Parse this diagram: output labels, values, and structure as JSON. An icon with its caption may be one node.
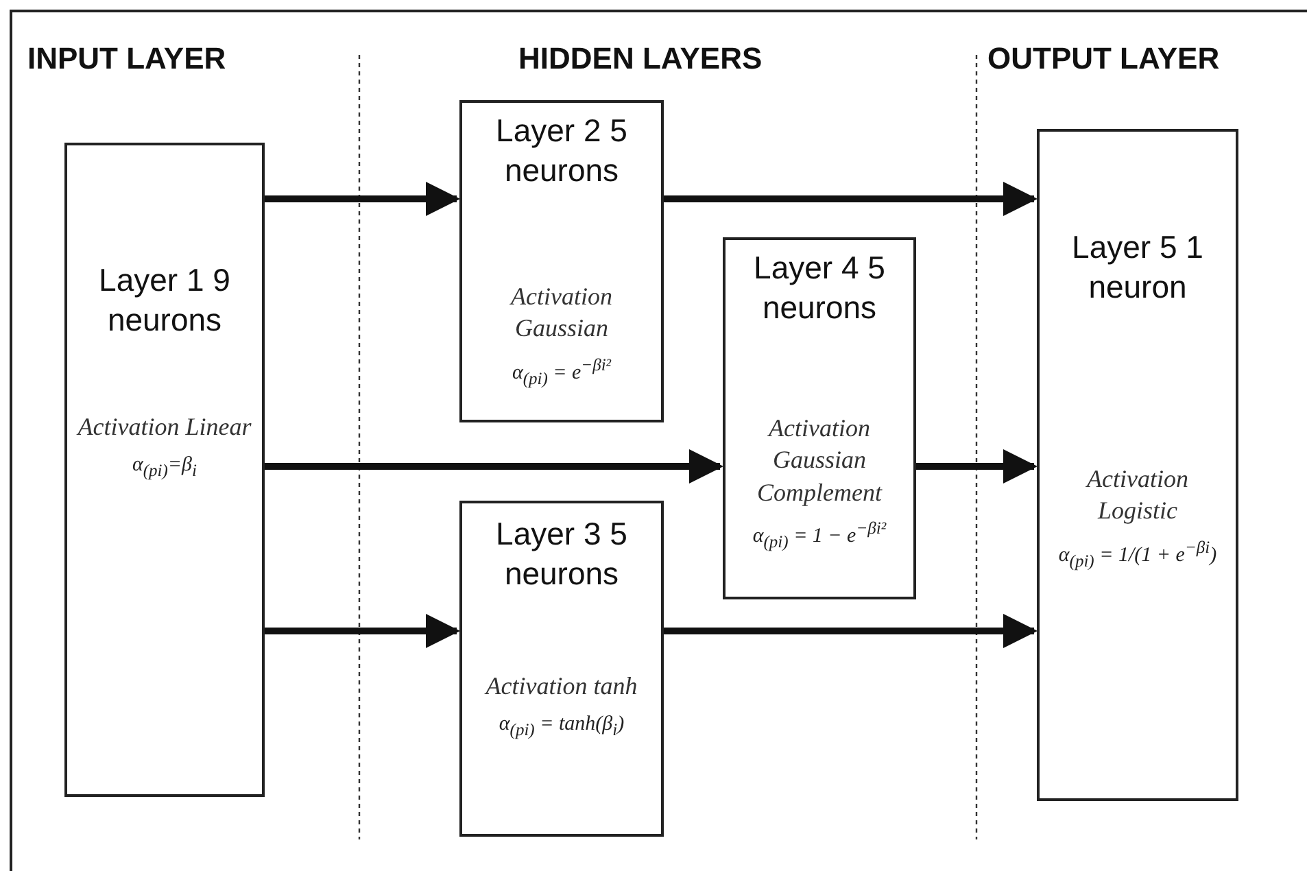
{
  "diagram": {
    "nodes": [
      {
        "text": [
          "Layer 1 9 neurons",
          "Activation Linear",
          "α$_{(pi)}$=β$_{i}$"
        ]
      },
      {
        "text": [
          "Layer 2 5 neurons",
          "Activation Gaussian",
          "α$_{(pi)}$ = e$^{−βi²}$"
        ]
      },
      {
        "text": [
          "Layer 3 5 neurons",
          "Activation tanh",
          "α$_{(pi)}$ = tanh(β$_{i}$)"
        ]
      },
      {
        "text": [
          "Layer 4 5 neurons",
          "Activation Gaussian Complement",
          "α$_{(pi)}$ = 1 − e$^{−βi²}$"
        ]
      },
      {
        "text": [
          "Layer 5 1 neuron",
          "Activation Logistic",
          "α$_{(pi)}$ = 1/(1 + e$^{−βi}$)"
        ]
      }
    ],
    "edges": [
      {
        "from": 0,
        "to": 1,
        "arrow": "to"
      },
      {
        "from": 0,
        "to": 3,
        "arrow": "to"
      },
      {
        "from": 0,
        "to": 2,
        "arrow": "to"
      },
      {
        "from": 1,
        "to": 4,
        "arrow": "to"
      },
      {
        "from": 3,
        "to": 4,
        "arrow": "to"
      },
      {
        "from": 2,
        "to": 4,
        "arrow": "to"
      }
    ],
    "labels": [
      "INPUT LAYER",
      "HIDDEN LAYERS",
      "OUTPUT LAYER"
    ]
  }
}
